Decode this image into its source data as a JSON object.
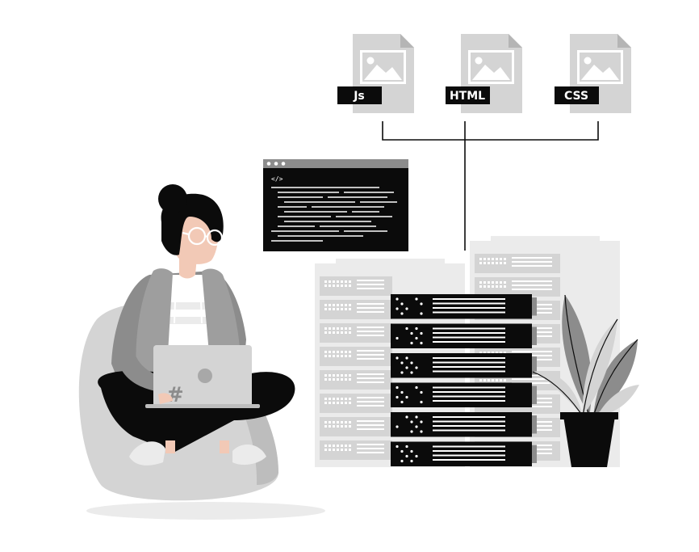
{
  "files": [
    {
      "label": "Js"
    },
    {
      "label": "HTML"
    },
    {
      "label": "CSS"
    }
  ],
  "code_window": {
    "tag": "</>"
  },
  "laptop": {
    "symbol": "#"
  },
  "colors": {
    "dark": "#0b0b0b",
    "mid_gray": "#8c8c8c",
    "light_gray": "#d4d4d4",
    "pale_gray": "#ebebeb",
    "skin": "#f2c9b6",
    "white": "#ffffff"
  }
}
